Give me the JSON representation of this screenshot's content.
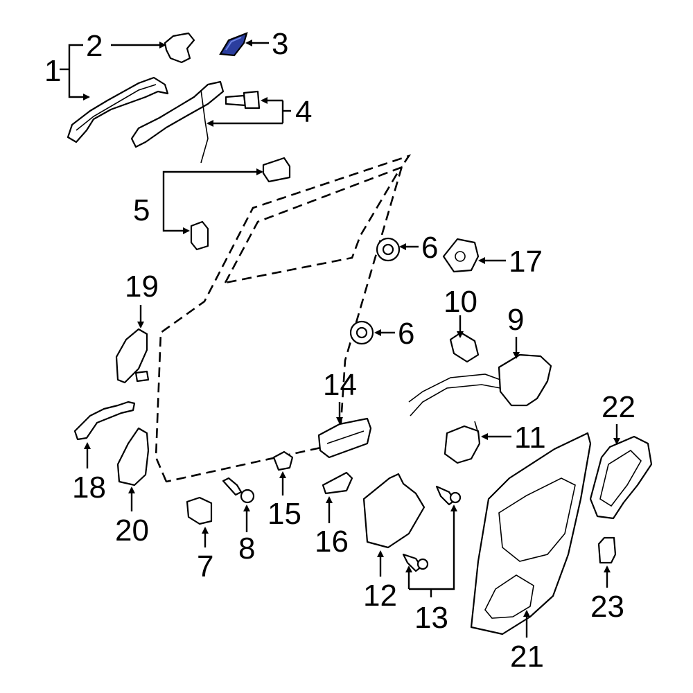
{
  "diagram": {
    "callouts": [
      {
        "id": "c1",
        "text": "1"
      },
      {
        "id": "c2",
        "text": "2"
      },
      {
        "id": "c3",
        "text": "3"
      },
      {
        "id": "c4",
        "text": "4"
      },
      {
        "id": "c5",
        "text": "5"
      },
      {
        "id": "c6a",
        "text": "6"
      },
      {
        "id": "c6b",
        "text": "6"
      },
      {
        "id": "c7",
        "text": "7"
      },
      {
        "id": "c8",
        "text": "8"
      },
      {
        "id": "c9",
        "text": "9"
      },
      {
        "id": "c10",
        "text": "10"
      },
      {
        "id": "c11",
        "text": "11"
      },
      {
        "id": "c12",
        "text": "12"
      },
      {
        "id": "c13",
        "text": "13"
      },
      {
        "id": "c14",
        "text": "14"
      },
      {
        "id": "c15",
        "text": "15"
      },
      {
        "id": "c16",
        "text": "16"
      },
      {
        "id": "c17",
        "text": "17"
      },
      {
        "id": "c18",
        "text": "18"
      },
      {
        "id": "c19",
        "text": "19"
      },
      {
        "id": "c20",
        "text": "20"
      },
      {
        "id": "c21",
        "text": "21"
      },
      {
        "id": "c22",
        "text": "22"
      },
      {
        "id": "c23",
        "text": "23"
      }
    ],
    "colors": {
      "line": "#000000",
      "background": "#ffffff",
      "highlight": "#2b3e9e"
    }
  }
}
